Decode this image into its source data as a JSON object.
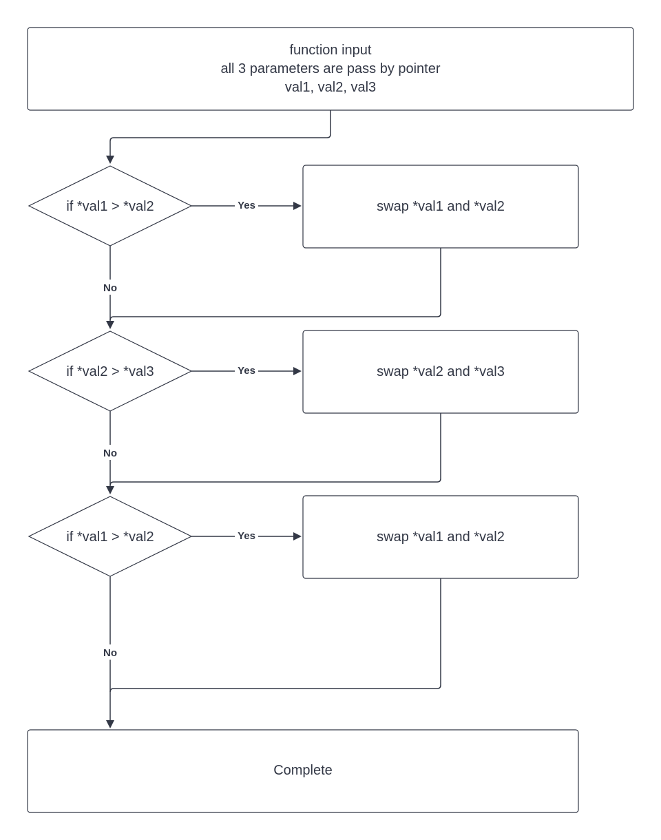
{
  "colors": {
    "stroke": "#333846",
    "text": "#333846",
    "node_fill": "#ffffff",
    "background": "#ffffff"
  },
  "start": {
    "line1": "function input",
    "line2": "all 3 parameters are pass by pointer",
    "line3": "val1, val2, val3"
  },
  "steps": [
    {
      "condition": "if *val1 > *val2",
      "action": "swap *val1 and *val2",
      "yes_label": "Yes",
      "no_label": "No"
    },
    {
      "condition": "if *val2 > *val3",
      "action": "swap *val2 and *val3",
      "yes_label": "Yes",
      "no_label": "No"
    },
    {
      "condition": "if *val1 > *val2",
      "action": "swap *val1 and *val2",
      "yes_label": "Yes",
      "no_label": "No"
    }
  ],
  "end": {
    "label": "Complete"
  }
}
